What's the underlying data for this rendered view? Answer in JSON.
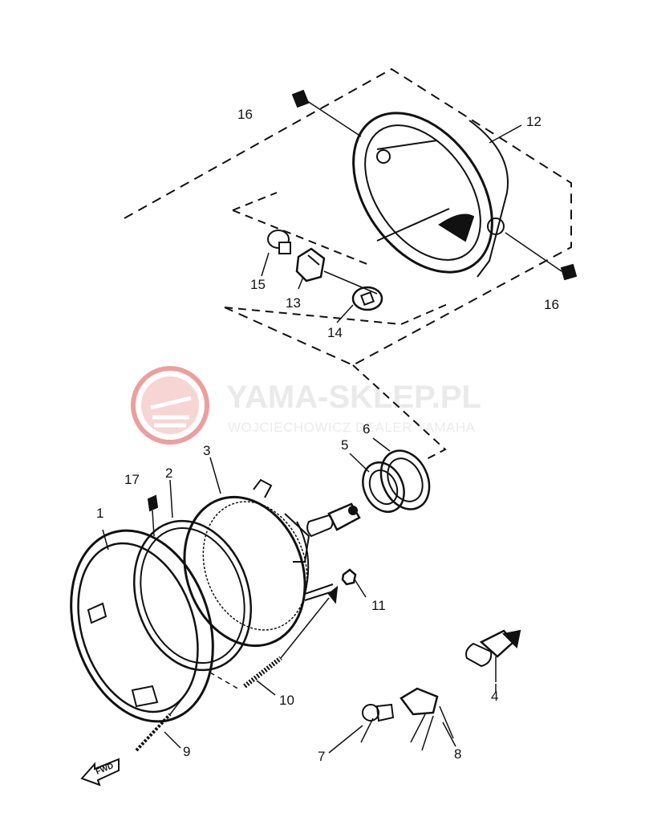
{
  "watermark": {
    "title": "YAMA-SKLEP.PL",
    "subtitle": "WOJCIECHOWICZ DEALER YAMAHA",
    "color": "#e05050"
  },
  "direction_arrow": {
    "label": "FWD"
  },
  "callouts": {
    "c1": "1",
    "c2": "2",
    "c3": "3",
    "c4": "4",
    "c5": "5",
    "c6": "6",
    "c7": "7",
    "c8": "8",
    "c9": "9",
    "c10": "10",
    "c11": "11",
    "c12": "12",
    "c13": "13",
    "c14": "14",
    "c15": "15",
    "c16a": "16",
    "c16b": "16",
    "c17": "17"
  }
}
